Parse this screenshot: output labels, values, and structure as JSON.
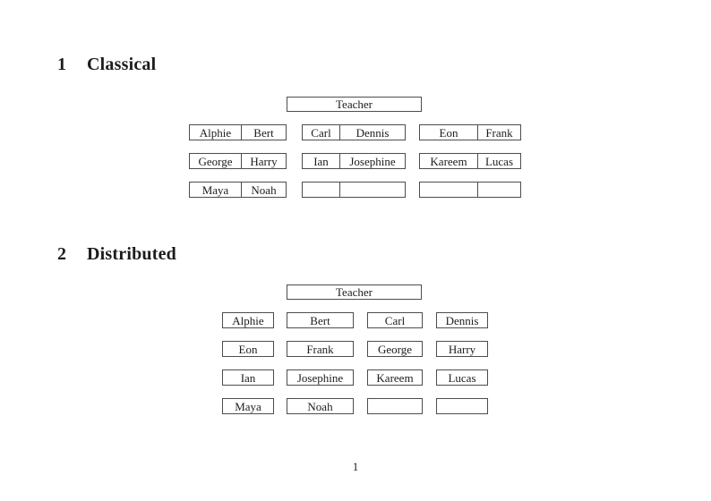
{
  "document": {
    "background_color": "#ffffff",
    "rule_color": "#4d4d4d",
    "text_color": "#1c1c1c",
    "page_number": "1"
  },
  "sections": [
    {
      "number": "1",
      "title": "Classical",
      "teacher_label": "Teacher",
      "desk_rows": [
        [
          [
            "Alphie",
            "Bert"
          ],
          [
            "Carl",
            "Dennis"
          ],
          [
            "Eon",
            "Frank"
          ]
        ],
        [
          [
            "George",
            "Harry"
          ],
          [
            "Ian",
            "Josephine"
          ],
          [
            "Kareem",
            "Lucas"
          ]
        ],
        [
          [
            "Maya",
            "Noah"
          ],
          [
            "",
            ""
          ],
          [
            "",
            ""
          ]
        ]
      ]
    },
    {
      "number": "2",
      "title": "Distributed",
      "teacher_label": "Teacher",
      "desk_rows": [
        [
          "Alphie",
          "Bert",
          "Carl",
          "Dennis"
        ],
        [
          "Eon",
          "Frank",
          "George",
          "Harry"
        ],
        [
          "Ian",
          "Josephine",
          "Kareem",
          "Lucas"
        ],
        [
          "Maya",
          "Noah",
          "",
          ""
        ]
      ]
    }
  ]
}
